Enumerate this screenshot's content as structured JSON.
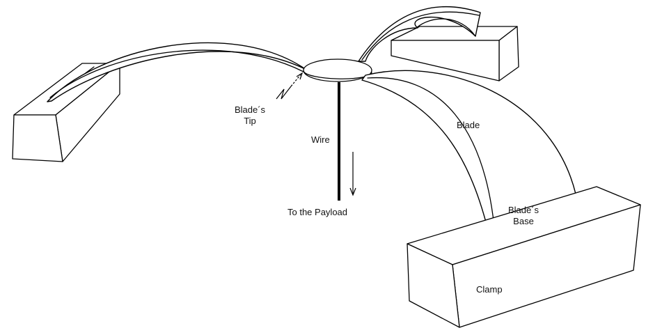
{
  "labels": {
    "blade_tip_line1": "Blade´s",
    "blade_tip_line2": "Tip",
    "wire": "Wire",
    "to_payload": "To the Payload",
    "blade": "Blade",
    "blade_base_line1": "Blade´s",
    "blade_base_line2": "Base",
    "clamp": "Clamp"
  }
}
